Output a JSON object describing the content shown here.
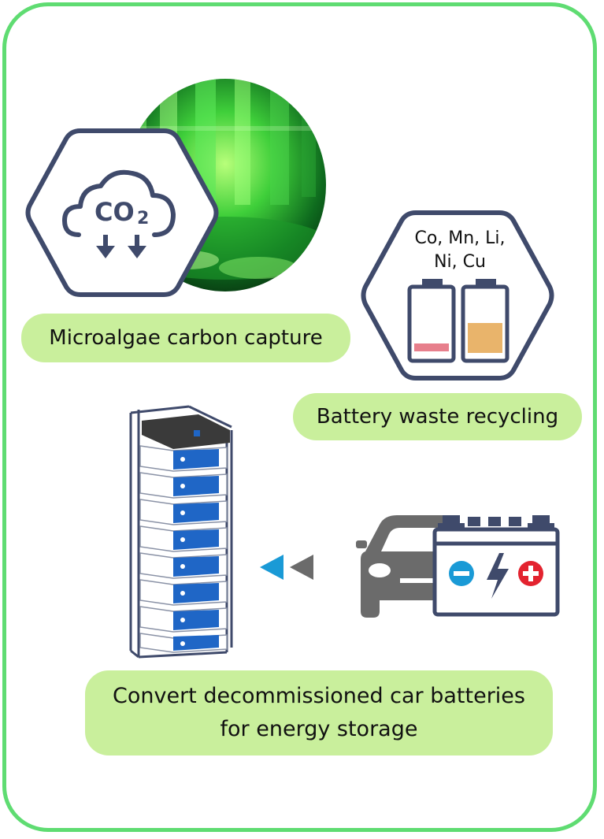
{
  "labels": {
    "microalgae": "Microalgae carbon capture",
    "battery_recycling": "Battery waste recycling",
    "convert_line1": "Convert decommissioned car batteries",
    "convert_line2": "for energy storage"
  },
  "co2_icon": {
    "text_main": "CO",
    "text_sub": "2"
  },
  "metals": {
    "line1": "Co, Mn, Li,",
    "line2": "Ni, Cu"
  },
  "colors": {
    "frame": "#5fdc72",
    "pill": "#c9ef9c",
    "icon_stroke": "#3f4a6b",
    "arrow_blue": "#1a9ad6",
    "arrow_gray": "#6b6b6b",
    "battery_low": "#e77f8c",
    "battery_mid": "#e9b46b",
    "minus_blue": "#1a9ad6",
    "plus_red": "#e3232f",
    "rack_blue": "#1f66c6"
  },
  "icons": [
    "cloud-co2-icon",
    "microalgae-photo",
    "battery-level-icon",
    "energy-storage-rack-icon",
    "car-icon",
    "car-battery-icon",
    "direction-arrows-icon"
  ]
}
